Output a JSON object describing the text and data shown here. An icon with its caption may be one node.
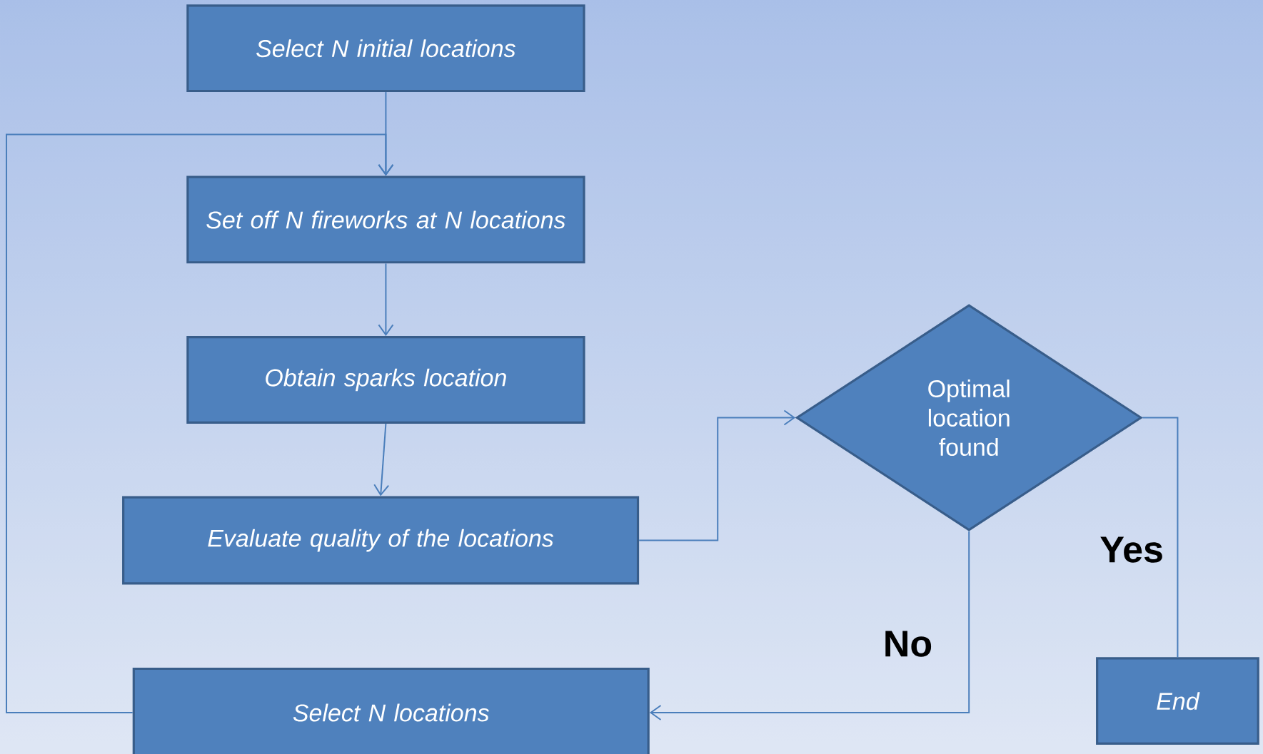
{
  "diagram": {
    "nodes": [
      {
        "text": [
          "Select N initial locations"
        ]
      },
      {
        "text": [
          "Set off N fireworks at N locations"
        ]
      },
      {
        "text": [
          "Obtain sparks location"
        ]
      },
      {
        "text": [
          "Evaluate quality of the locations"
        ]
      },
      {
        "text": [
          "Optimal location found"
        ]
      },
      {
        "text": [
          "Select N locations"
        ]
      },
      {
        "text": [
          "End"
        ]
      }
    ],
    "edges": [
      {
        "from": 0,
        "to": 1,
        "arrow": "to"
      },
      {
        "from": 1,
        "to": 2,
        "arrow": "to"
      },
      {
        "from": 2,
        "to": 3,
        "arrow": "to"
      },
      {
        "from": 3,
        "to": 4,
        "arrow": "to"
      },
      {
        "from": 4,
        "to": 5,
        "arrow": "to",
        "label": "No"
      },
      {
        "from": 4,
        "to": 6,
        "arrow": "none",
        "label": "Yes"
      },
      {
        "from": 5,
        "to": 1,
        "arrow": "to"
      }
    ]
  }
}
